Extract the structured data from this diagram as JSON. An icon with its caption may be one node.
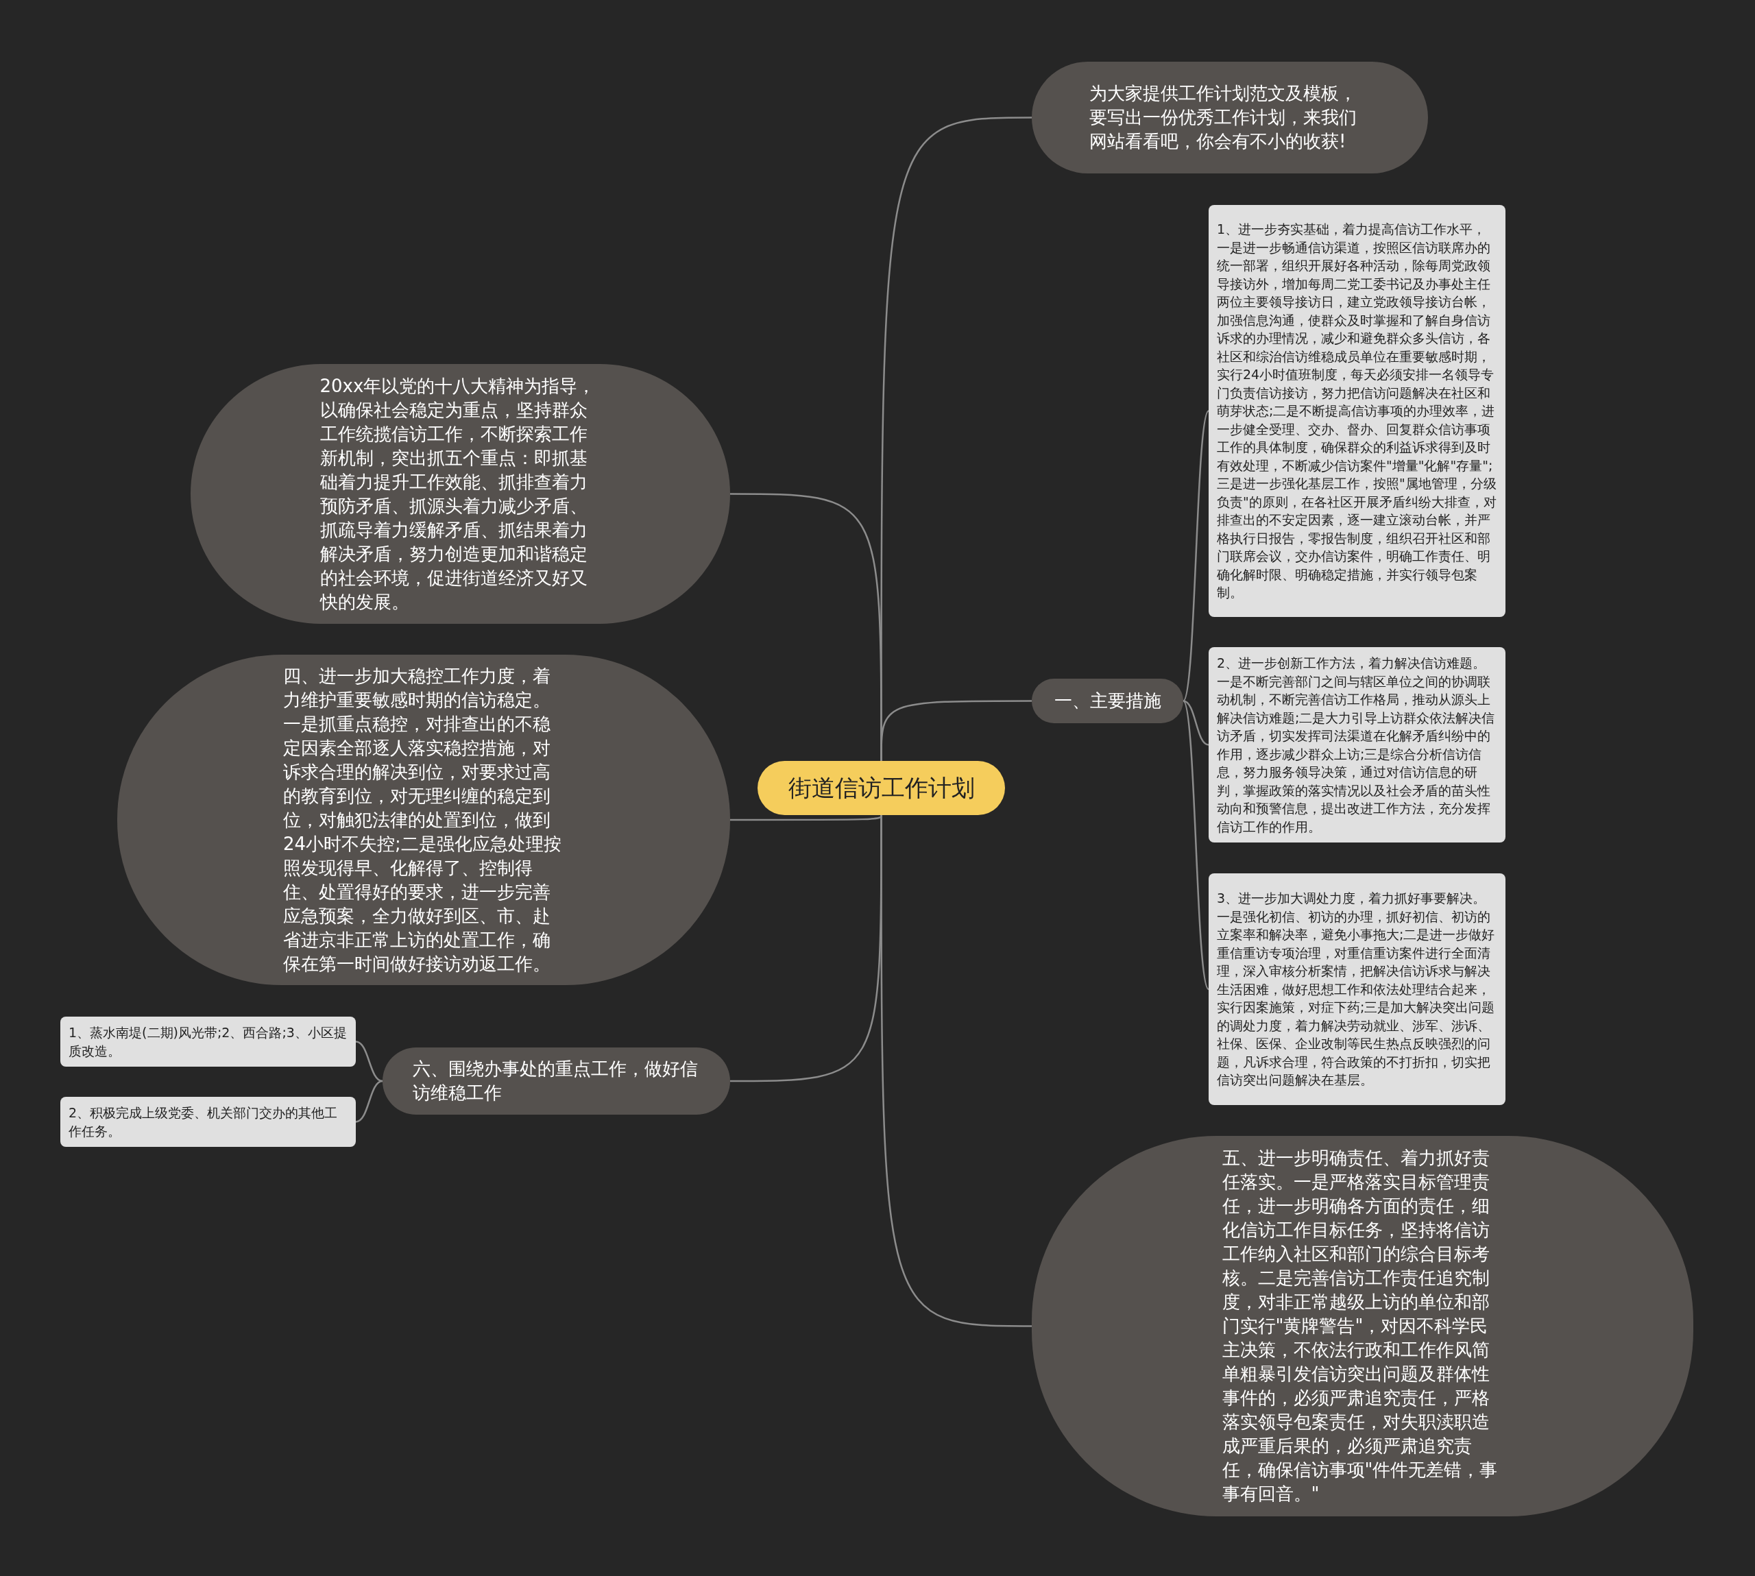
{
  "diagram": {
    "nodes": [
      {
        "text": [
          "街道信访工作计划"
        ]
      },
      {
        "text": [
          "为大家提供工作计划范文及模板，要写出一份优秀工作计划，来我们网站看看吧，你会有不小的收获!"
        ]
      },
      {
        "text": [
          "20xx年以党的十八大精神为指导，以确保社会稳定为重点，坚持群众工作统揽信访工作，不断探索工作新机制，突出抓五个重点：即抓基础着力提升工作效能、抓排查着力预防矛盾、抓源头着力减少矛盾、抓疏导着力缓解矛盾、抓结果着力解决矛盾，努力创造更加和谐稳定的社会环境，促进街道经济又好又快的发展。"
        ]
      },
      {
        "text": [
          "四、进一步加大稳控工作力度，着力维护重要敏感时期的信访稳定。一是抓重点稳控，对排查出的不稳定因素全部逐人落实稳控措施，对诉求合理的解决到位，对要求过高的教育到位，对无理纠缠的稳定到位，对触犯法律的处置到位，做到24小时不失控;二是强化应急处理按照发现得早、化解得了、控制得住、处置得好的要求，进一步完善应急预案，全力做好到区、市、赴省进京非正常上访的处置工作，确保在第一时间做好接访劝返工作。"
        ]
      },
      {
        "text": [
          "一、主要措施"
        ]
      },
      {
        "text": [
          "1、进一步夯实基础，着力提高信访工作水平，一是进一步畅通信访渠道，按照区信访联席办的统一部署，组织开展好各种活动，除每周党政领导接访外，增加每周二党工委书记及办事处主任两位主要领导接访日，建立党政领导接访台帐，加强信息沟通，使群众及时掌握和了解自身信访诉求的办理情况，减少和避免群众多头信访，各社区和综治信访维稳成员单位在重要敏感时期，实行24小时值班制度，每天必须安排一名领导专门负责信访接访，努力把信访问题解决在社区和萌芽状态;二是不断提高信访事项的办理效率，进一步健全受理、交办、督办、回复群众信访事项工作的具体制度，确保群众的利益诉求得到及时有效处理，不断减少信访案件\"增量\"化解\"存量\";三是进一步强化基层工作，按照\"属地管理，分级负责\"的原则，在各社区开展矛盾纠纷大排查，对排查出的不安定因素，逐一建立滚动台帐，并严格执行日报告，零报告制度，组织召开社区和部门联席会议，交办信访案件，明确工作责任、明确化解时限、明确稳定措施，并实行领导包案制。"
        ]
      },
      {
        "text": [
          "2、进一步创新工作方法，着力解决信访难题。一是不断完善部门之间与辖区单位之间的协调联动机制，不断完善信访工作格局，推动从源头上解决信访难题;二是大力引导上访群众依法解决信访矛盾，切实发挥司法渠道在化解矛盾纠纷中的作用，逐步减少群众上访;三是综合分析信访信息，努力服务领导决策，通过对信访信息的研判，掌握政策的落实情况以及社会矛盾的苗头性动向和预警信息，提出改进工作方法，充分发挥信访工作的作用。"
        ]
      },
      {
        "text": [
          "3、进一步加大调处力度，着力抓好事要解决。一是强化初信、初访的办理，抓好初信、初访的立案率和解决率，避免小事拖大;二是进一步做好重信重访专项治理，对重信重访案件进行全面清理，深入审核分析案情，把解决信访诉求与解决生活困难，做好思想工作和依法处理结合起来，实行因案施策，对症下药;三是加大解决突出问题的调处力度，着力解决劳动就业、涉军、涉诉、社保、医保、企业改制等民生热点反映强烈的问题，凡诉求合理，符合政策的不打折扣，切实把信访突出问题解决在基层。"
        ]
      },
      {
        "text": [
          "六、围绕办事处的重点工作，做好信访维稳工作"
        ]
      },
      {
        "text": [
          "1、蒸水南堤(二期)风光带;2、西合路;3、小区提质改造。"
        ]
      },
      {
        "text": [
          "2、积极完成上级党委、机关部门交办的其他工作任务。"
        ]
      },
      {
        "text": [
          "五、进一步明确责任、着力抓好责任落实。一是严格落实目标管理责任，进一步明确各方面的责任，细化信访工作目标任务，坚持将信访工作纳入社区和部门的综合目标考核。二是完善信访工作责任追究制度，对非正常越级上访的单位和部门实行\"黄牌警告\"，对因不科学民主决策，不依法行政和工作作风简单粗暴引发信访突出问题及群体性事件的，必须严肃追究责任，严格落实领导包案责任，对失职渎职造成严重后果的，必须严肃追究责任，确保信访事项\"件件无差错，事事有回音。\""
        ]
      }
    ],
    "edges": [
      {
        "from": 0,
        "to": 1,
        "arrow": "none"
      },
      {
        "from": 0,
        "to": 2,
        "arrow": "none"
      },
      {
        "from": 0,
        "to": 3,
        "arrow": "none"
      },
      {
        "from": 0,
        "to": 4,
        "arrow": "none"
      },
      {
        "from": 4,
        "to": 5,
        "arrow": "none"
      },
      {
        "from": 4,
        "to": 6,
        "arrow": "none"
      },
      {
        "from": 4,
        "to": 7,
        "arrow": "none"
      },
      {
        "from": 0,
        "to": 8,
        "arrow": "none"
      },
      {
        "from": 8,
        "to": 9,
        "arrow": "none"
      },
      {
        "from": 8,
        "to": 10,
        "arrow": "none"
      },
      {
        "from": 0,
        "to": 11,
        "arrow": "none"
      }
    ]
  }
}
